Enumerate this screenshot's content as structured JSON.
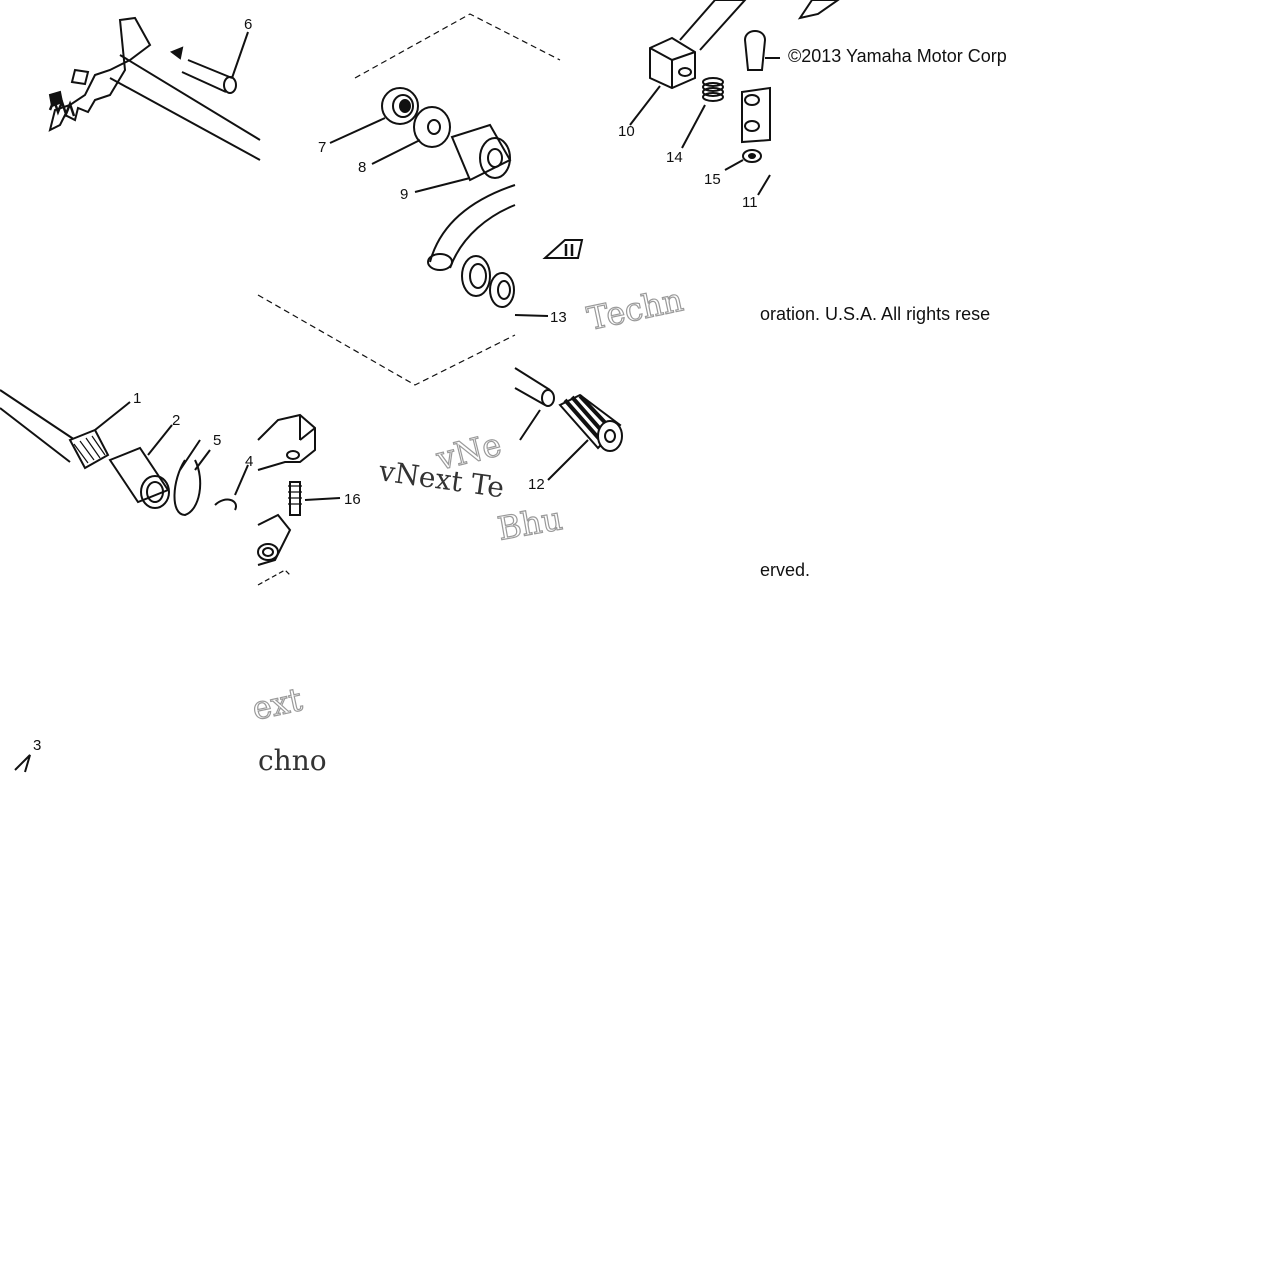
{
  "diagram": {
    "copyright_lines": [
      "©2013 Yamaha Motor Corp",
      "oration. U.S.A. All rights rese",
      "erved."
    ],
    "watermark": {
      "line1": "vNext Te",
      "line2": "Techn",
      "line3": "ext",
      "line4": "chno",
      "line5": "vNe",
      "line6": "Bhu"
    },
    "callouts": [
      "1",
      "2",
      "3",
      "4",
      "5",
      "6",
      "7",
      "8",
      "9",
      "10",
      "11",
      "12",
      "13",
      "14",
      "15",
      "16"
    ],
    "colors": {
      "ink": "#111111",
      "background": "#ffffff",
      "watermark_outline": "#9a9a9a"
    }
  }
}
